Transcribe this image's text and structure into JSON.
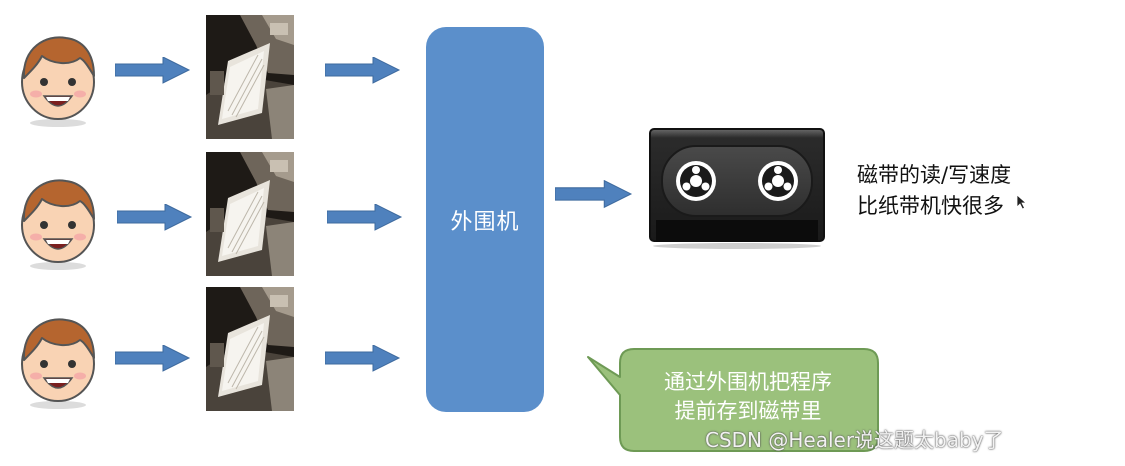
{
  "peripheral": {
    "label": "外围机"
  },
  "tape_note": {
    "line1": "磁带的读/写速度",
    "line2": "比纸带机快很多"
  },
  "callout": {
    "line1": "通过外围机把程序",
    "line2": "提前存到磁带里"
  },
  "watermark": "CSDN @Healer说这题太baby了",
  "colors": {
    "arrow": "#4f81bd",
    "peripheral": "#5b8fcb",
    "callout_fill": "#9bc17c",
    "callout_stroke": "#6e9a55",
    "face_skin": "#f9d3b4",
    "face_hair": "#b5652f"
  },
  "icons": {
    "face": "smiling-boy-face-icon",
    "photo": "paper-tape-machine-photo",
    "tape": "magnetic-tape-cassette-icon",
    "arrow": "right-arrow-icon"
  }
}
